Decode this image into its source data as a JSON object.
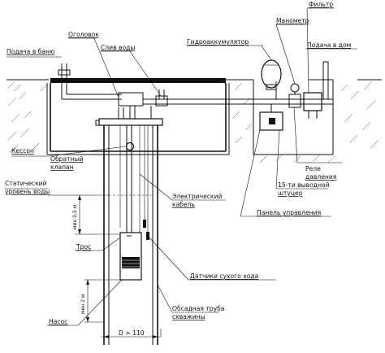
{
  "labels": {
    "ogolovok": "Оголовок",
    "slive_vody": "Слив воды",
    "manometr": "Манометр",
    "filtr": "Фильтр",
    "podacha_v_banyu": "Подача в баню",
    "gidroakkumulyator": "Гидроаккумулятор",
    "podacha_v_dom": "Подача в дом",
    "kesson": "Кессон",
    "obratny_klapan_1": "Обратный",
    "obratny_klapan_2": "клапан",
    "rele_1": "Реле",
    "rele_2": "давления",
    "shtutser_1": "15-ти выводной",
    "shtutser_2": "штуцер",
    "stat_uroven_1": "Статический",
    "stat_uroven_2": "уровень воды",
    "elektr_kabel_1": "Электрический",
    "elektr_kabel_2": "кабель",
    "panel": "Панель управления",
    "tros": "Трос",
    "datchiki": "Датчики сухого хода",
    "obsadnaya_1": "Обсадная труба",
    "obsadnaya_2": "скважины",
    "nasos": "Насос",
    "dim_diameter": "D > 110",
    "dim_depth_1": "мин 0,5 м",
    "dim_depth_2": "мин 2 м"
  }
}
